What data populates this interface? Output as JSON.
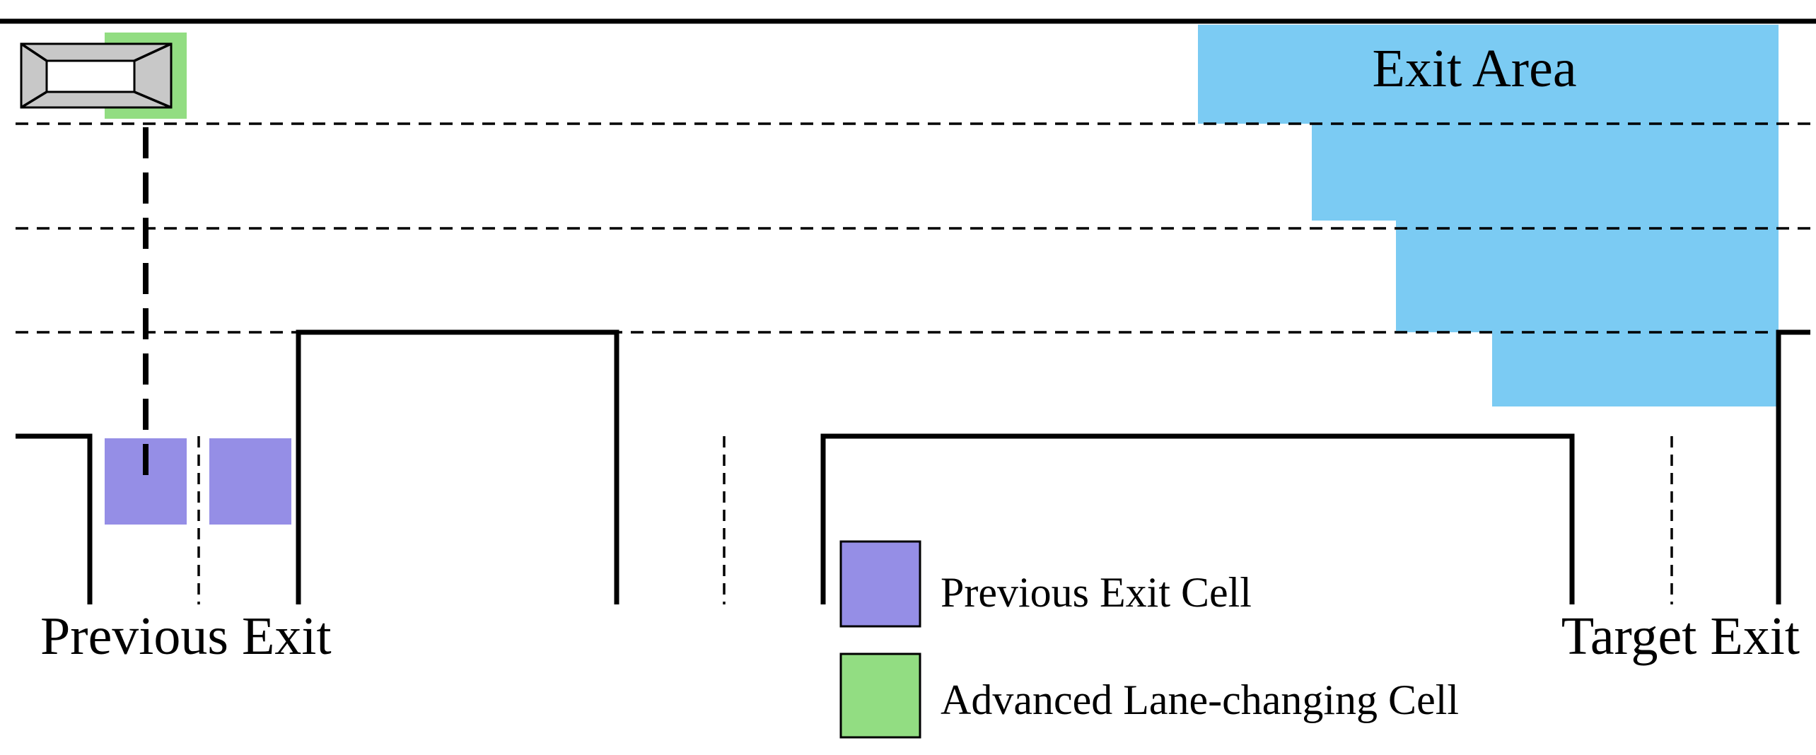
{
  "labels": {
    "exit_area": "Exit Area",
    "previous_exit": "Previous Exit",
    "target_exit": "Target Exit"
  },
  "legend": [
    {
      "label": "Previous Exit Cell",
      "color": "#958ee6"
    },
    {
      "label": "Advanced Lane-changing Cell",
      "color": "#92dd82"
    }
  ],
  "colors": {
    "exit_area": "#7bcbf3",
    "previous_exit_cell": "#958ee6",
    "advanced_lane_changing_cell": "#92dd82",
    "vehicle": "#c8c8c8",
    "line": "#000000"
  }
}
